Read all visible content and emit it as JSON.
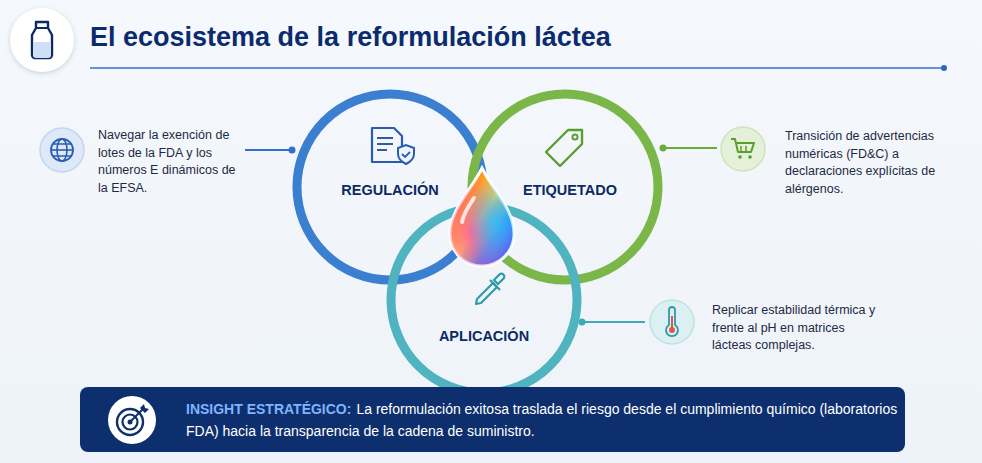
{
  "diagram": {
    "title": "El ecosistema de la reformulación láctea",
    "nodes": [
      {
        "text": [
          "REGULACIÓN"
        ]
      },
      {
        "text": [
          "ETIQUETADO"
        ]
      },
      {
        "text": [
          "APLICACIÓN"
        ]
      },
      {
        "text": [
          "INSIGHT ESTRATÉGICO:",
          "La reformulación exitosa traslada el riesgo desde el cumplimiento químico (laboratorios FDA) hacia la transparencia de la cadena de suministro."
        ]
      }
    ],
    "labels": [
      "Navegar la exención de lotes de la FDA y los números E dinámicos de la EFSA.",
      "Transición de advertencias numéricas (FD&C) a declaraciones explícitas de alérgenos.",
      "Replicar estabilidad térmica y frente al pH en matrices lácteas complejas."
    ]
  }
}
